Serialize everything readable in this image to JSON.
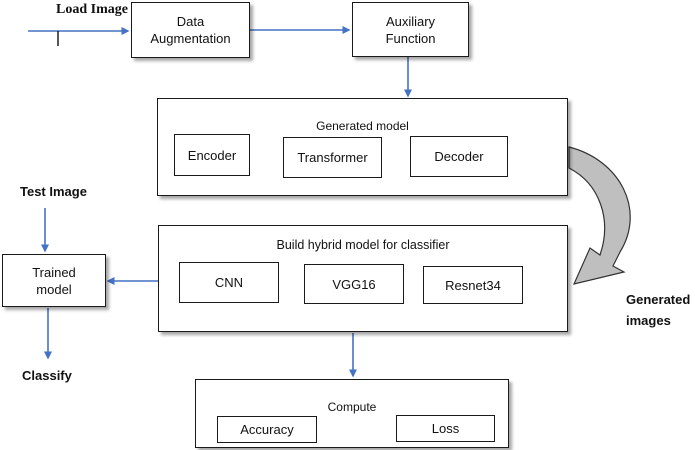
{
  "input_label": "Load Image",
  "data_augmentation": {
    "line1": "Data",
    "line2": "Augmentation"
  },
  "auxiliary_function": {
    "line1": "Auxiliary",
    "line2": "Function"
  },
  "generated_model": {
    "title": "Generated model",
    "encoder": "Encoder",
    "transformer": "Transformer",
    "decoder": "Decoder"
  },
  "hybrid_model": {
    "title": "Build hybrid model for classifier",
    "cnn": "CNN",
    "vgg16": "VGG16",
    "resnet34": "Resnet34"
  },
  "test_image": "Test Image",
  "trained_model": {
    "line1": "Trained",
    "line2": "model"
  },
  "classify": "Classify",
  "generated_images": {
    "line1": "Generated",
    "line2": "images"
  },
  "compute": {
    "title": "Compute",
    "accuracy": "Accuracy",
    "loss": "Loss"
  },
  "colors": {
    "arrow": "#4472c4",
    "border": "#1a1a1a",
    "curved_arrow_fill": "#bfbfbf"
  }
}
